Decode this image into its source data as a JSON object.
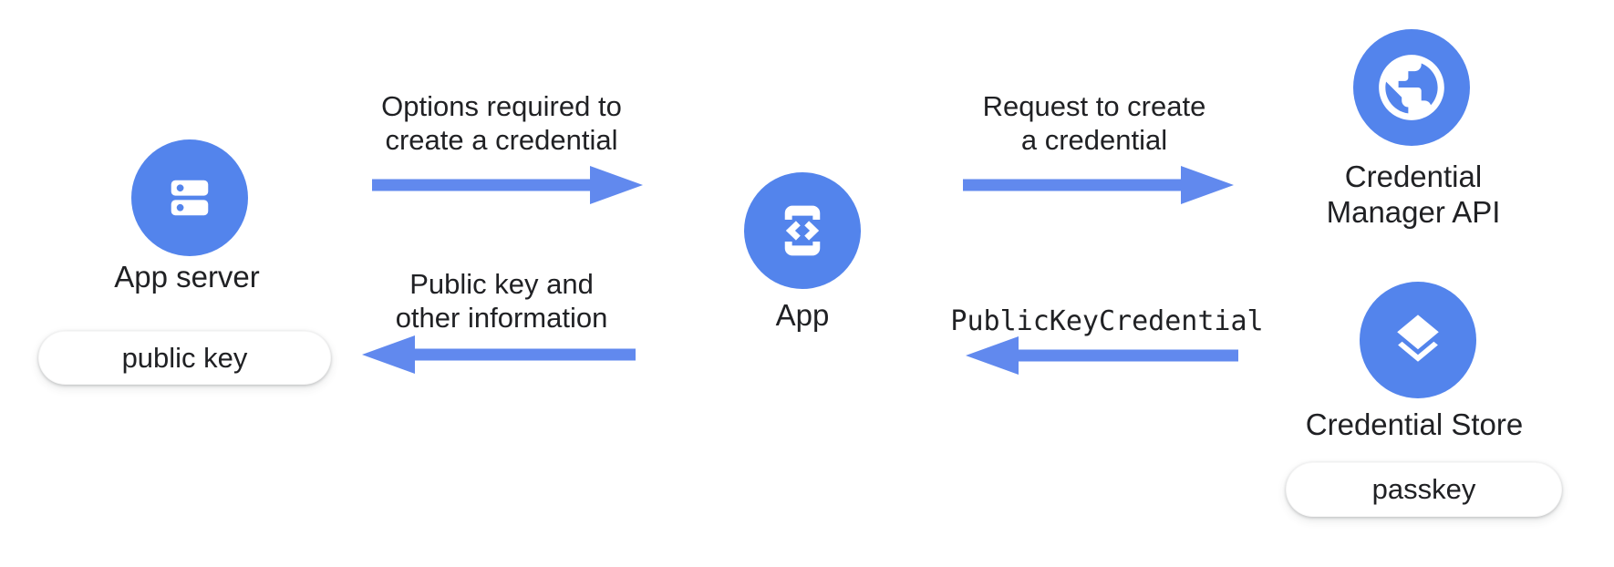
{
  "colors": {
    "node_blue": "#5384EC",
    "arrow_blue": "#6189EE",
    "text_dark": "#202124",
    "pill_bg": "#FFFFFF"
  },
  "nodes": {
    "app_server": {
      "label": "App server",
      "icon": "server-icon",
      "pill": "public key"
    },
    "app": {
      "label": "App",
      "icon": "phone-code-icon"
    },
    "credential_manager": {
      "label": "Credential\nManager API",
      "icon": "globe-icon"
    },
    "credential_store": {
      "label": "Credential Store",
      "icon": "layers-icon",
      "pill": "passkey"
    }
  },
  "flows": [
    {
      "label": "Options required to\ncreate a credential",
      "direction": "right",
      "from": "App server",
      "to": "App"
    },
    {
      "label": "Request to create\na credential",
      "direction": "right",
      "from": "App",
      "to": "Credential Manager API"
    },
    {
      "label": "Public key and\nother information",
      "direction": "left",
      "from": "App",
      "to": "App server"
    },
    {
      "label": "PublicKeyCredential",
      "direction": "left",
      "mono": true,
      "from": "Credential Store",
      "to": "App"
    }
  ]
}
